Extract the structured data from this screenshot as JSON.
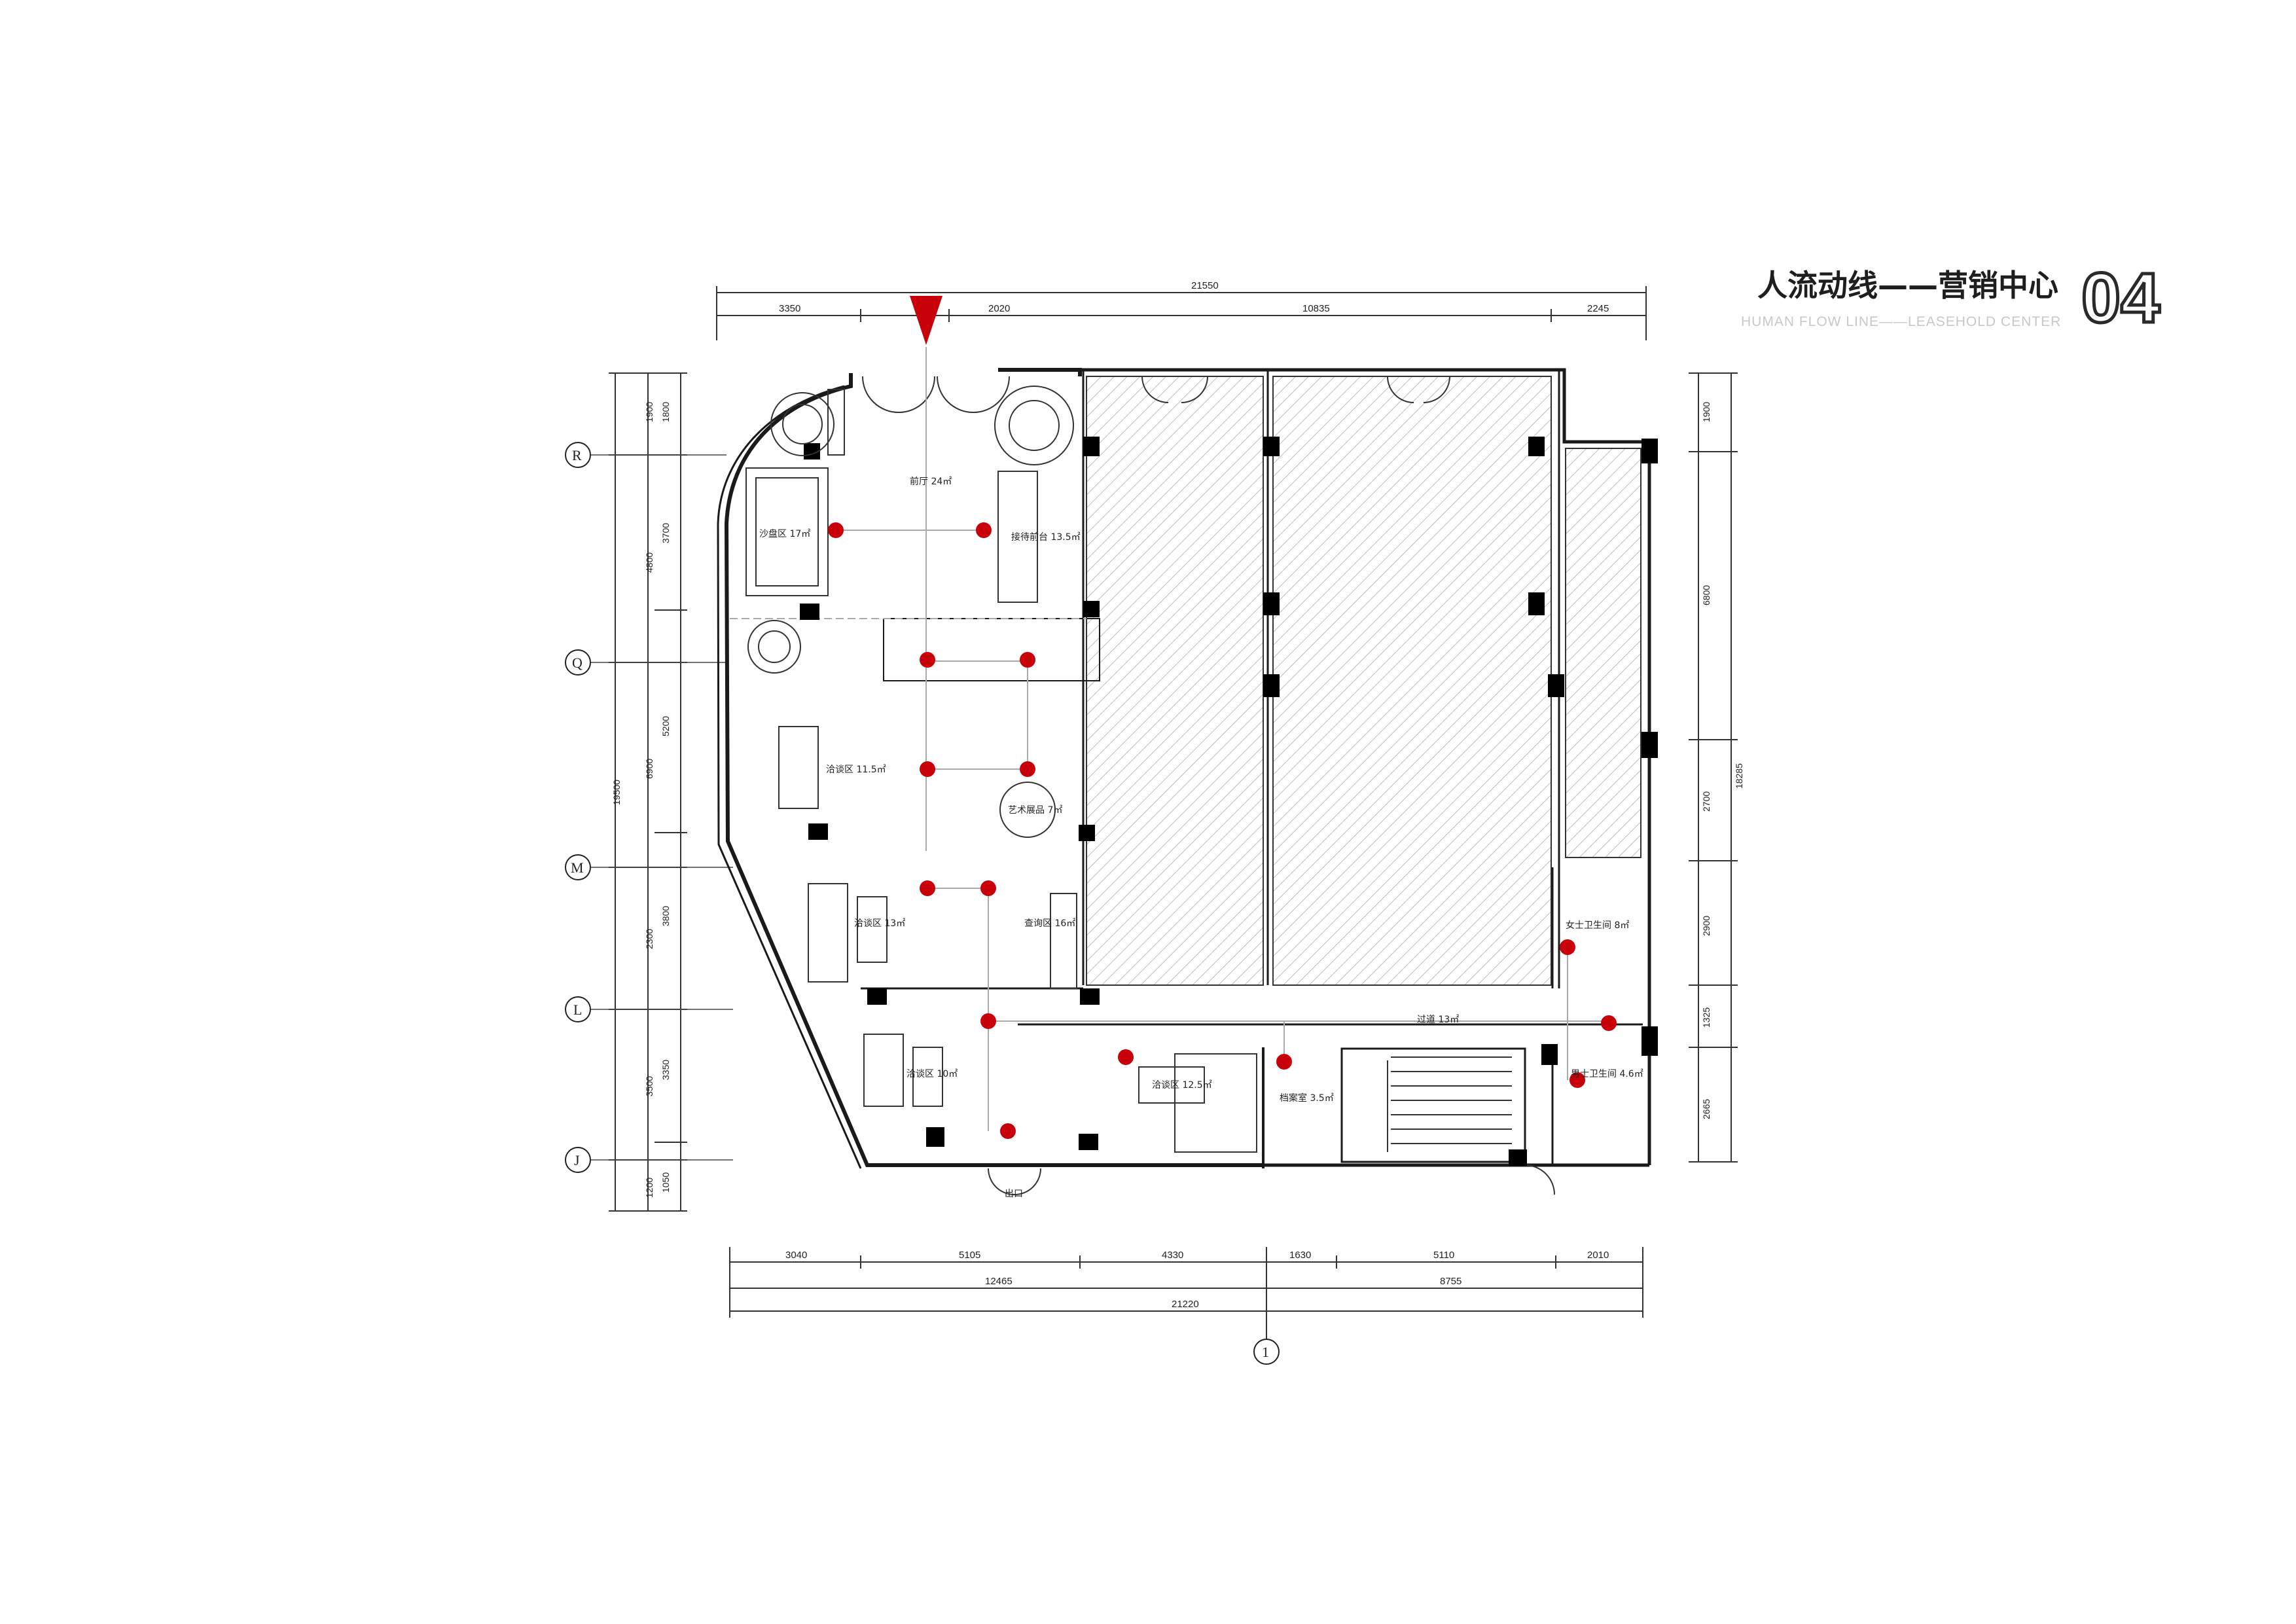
{
  "title": {
    "main": "人流动线——营销中心",
    "sub": "HUMAN FLOW LINE——LEASEHOLD CENTER",
    "number": "04"
  },
  "axes": {
    "rows": [
      "R",
      "Q",
      "M",
      "L",
      "J"
    ],
    "column": "1"
  },
  "dimensions": {
    "top_total": "21550",
    "top": [
      "3350",
      "2020",
      "10835",
      "2245"
    ],
    "bottom": [
      "3040",
      "5105",
      "4330",
      "1630",
      "5110",
      "2010"
    ],
    "bottom_sub": [
      "12465",
      "8755"
    ],
    "bottom_total": "21220",
    "left_outer": [
      "1900",
      "4800",
      "6900",
      "2300",
      "3500",
      "1200"
    ],
    "left_outer_total": "19500",
    "left_inner": [
      "1800",
      "3700",
      "5200",
      "3800",
      "3350",
      "1050"
    ],
    "right": [
      "1900",
      "6800",
      "2700",
      "2900",
      "1325",
      "2665"
    ],
    "right_total": "18285"
  },
  "rooms": {
    "hall": "前厅 24㎡",
    "reception": "接待前台 13.5㎡",
    "sand_table": "沙盘区 17㎡",
    "nego_1": "洽谈区 11.5㎡",
    "art": "艺术展品 7㎡",
    "nego_2": "洽谈区 13㎡",
    "water_bar": "查询区 16㎡",
    "corridor": "过道 13㎡",
    "nego_3": "洽谈区 10㎡",
    "nego_4": "洽谈区 12.5㎡",
    "archive": "档案室 3.5㎡",
    "women_wc": "女士卫生间 8㎡",
    "men_wc": "男士卫生间 4.6㎡",
    "exit": "出口"
  },
  "colors": {
    "flow_dot": "#c8000a",
    "entrance_marker": "#c8000a",
    "wall": "#1a1a1a",
    "hatch": "#bbbbbb"
  }
}
